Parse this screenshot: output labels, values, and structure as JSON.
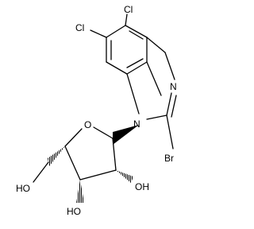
{
  "molecule": {
    "atoms": {
      "cl_top": "Cl",
      "cl_left": "Cl",
      "n_ring": "N",
      "n_sub": "N",
      "br": "Br",
      "o_ring": "O",
      "oh_left": "HO",
      "oh_bottom": "HO",
      "oh_right": "OH"
    }
  }
}
